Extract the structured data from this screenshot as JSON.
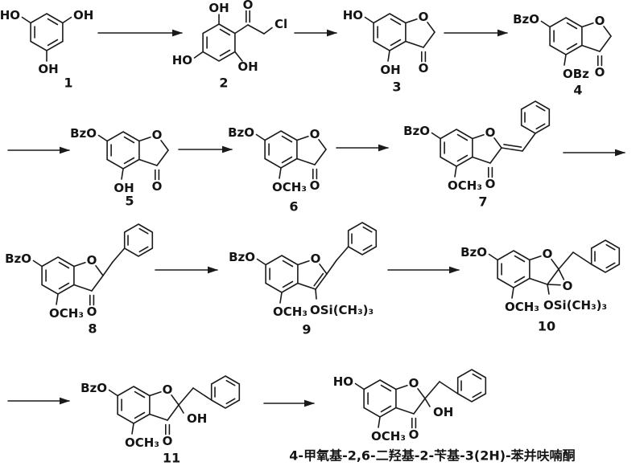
{
  "colors": {
    "ink": "#1a1a1a",
    "paper": "#ffffff"
  },
  "compounds": {
    "c1": {
      "number": "1",
      "sub": {
        "top_left": "HO",
        "top_right": "OH",
        "bottom": "OH"
      }
    },
    "c2": {
      "number": "2",
      "sub": {
        "top": "OH",
        "acyl_o": "O",
        "chloro": "Cl",
        "left": "HO",
        "bottom_right": "OH"
      }
    },
    "c3": {
      "number": "3",
      "sub": {
        "top_left": "HO",
        "furan_o": "O",
        "bottom": "OH",
        "ketone_o": "O"
      }
    },
    "c4": {
      "number": "4",
      "sub": {
        "top_left": "BzO",
        "furan_o": "O",
        "bottom": "OBz",
        "ketone_o": "O"
      }
    },
    "c5": {
      "number": "5",
      "sub": {
        "top_left": "BzO",
        "furan_o": "O",
        "bottom": "OH",
        "ketone_o": "O"
      }
    },
    "c6": {
      "number": "6",
      "sub": {
        "top_left": "BzO",
        "furan_o": "O",
        "bottom": "OCH₃",
        "ketone_o": "O"
      }
    },
    "c7": {
      "number": "7",
      "sub": {
        "top_left": "BzO",
        "furan_o": "O",
        "bottom": "OCH₃",
        "ketone_o": "O"
      }
    },
    "c8": {
      "number": "8",
      "sub": {
        "top_left": "BzO",
        "furan_o": "O",
        "bottom": "OCH₃",
        "ketone_o": "O"
      }
    },
    "c9": {
      "number": "9",
      "sub": {
        "top_left": "BzO",
        "furan_o": "O",
        "bottom": "OCH₃",
        "silyl": "OSi(CH₃)₃"
      }
    },
    "c10": {
      "number": "10",
      "sub": {
        "top_left": "BzO",
        "furan_o": "O",
        "bottom": "OCH₃",
        "epoxide_o": "O",
        "silyl": "OSi(CH₃)₃"
      }
    },
    "c11": {
      "number": "11",
      "sub": {
        "top_left": "BzO",
        "furan_o": "O",
        "bottom": "OCH₃",
        "ketone_o": "O",
        "c2_oh": "OH"
      }
    },
    "product": {
      "name": "4-甲氧基-2,6-二羟基-2-苄基-3(2H)-苯并呋喃酮",
      "sub": {
        "top_left": "HO",
        "furan_o": "O",
        "bottom": "OCH₃",
        "ketone_o": "O",
        "c2_oh": "OH"
      }
    }
  }
}
